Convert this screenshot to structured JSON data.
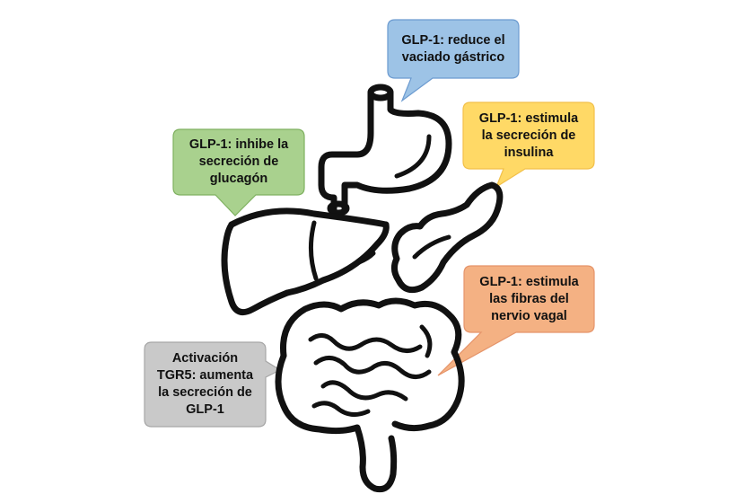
{
  "callouts": {
    "gastric": {
      "text": "GLP-1: reduce el\nvaciado gástrico",
      "fill": "#9DC3E6",
      "stroke": "#6C9BD0"
    },
    "insulin": {
      "text": "GLP-1: estimula\nla secreción de\ninsulina",
      "fill": "#FFD966",
      "stroke": "#F2C04A"
    },
    "glucagon": {
      "text": "GLP-1: inhibe la\nsecreción de\nglucagón",
      "fill": "#A9D18E",
      "stroke": "#7FB160"
    },
    "vagal": {
      "text": "GLP-1: estimula\nlas fibras del\nnervio vagal",
      "fill": "#F4B183",
      "stroke": "#E5946A"
    },
    "tgr5": {
      "text": "Activación\nTGR5: aumenta\nla secreción de\nGLP-1",
      "fill": "#C9C9C9",
      "stroke": "#A6A6A6"
    }
  },
  "icons": {
    "stomach": "stomach-icon",
    "liver": "liver-icon",
    "pancreas": "pancreas-icon",
    "intestine": "intestine-icon"
  }
}
